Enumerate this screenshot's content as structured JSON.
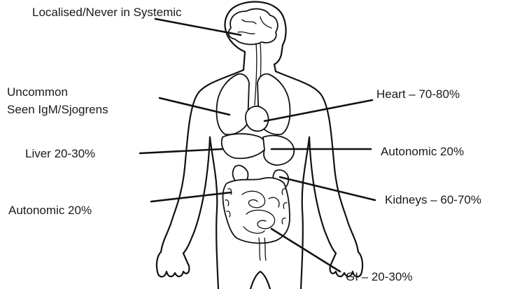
{
  "labels": {
    "brain": "Localised/Never in Systemic",
    "lungs_line1": "Uncommon",
    "lungs_line2": "Seen IgM/Sjogrens",
    "liver": "Liver 20-30%",
    "autonomic_left": "Autonomic 20%",
    "heart": "Heart – 70-80%",
    "autonomic_right": "Autonomic 20%",
    "kidneys": "Kidneys – 60-70%",
    "gi": "GI – 20-30%"
  },
  "colors": {
    "ink": "#111111",
    "background": "#ffffff"
  }
}
